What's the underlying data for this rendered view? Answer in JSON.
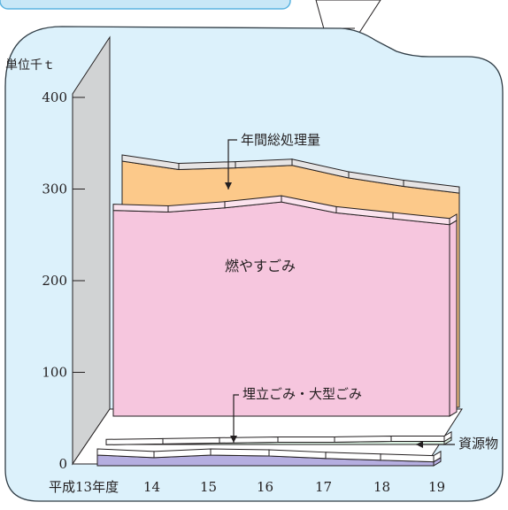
{
  "chart_data": {
    "type": "area",
    "style": "3d-stacked-layers",
    "ylabel": "単位千ｔ",
    "ylim": [
      0,
      400
    ],
    "yticks": [
      0,
      100,
      200,
      300,
      400
    ],
    "categories": [
      "平成13年度",
      "14",
      "15",
      "16",
      "17",
      "18",
      "19"
    ],
    "series": [
      {
        "name": "燃やすごみ",
        "values": [
          252,
          250,
          255,
          262,
          249,
          242,
          235
        ],
        "color": "#f6c6de"
      },
      {
        "name": "年間総処理量",
        "values": [
          300,
          290,
          292,
          295,
          280,
          270,
          262
        ],
        "color": "#fcc98a"
      },
      {
        "name": "埋立ごみ・大型ごみ",
        "values": [
          20,
          17,
          20,
          19,
          16,
          14,
          12
        ],
        "color": "#b5aee0"
      },
      {
        "name": "資源物",
        "values": [
          6,
          7,
          8,
          9,
          9,
          10,
          10
        ],
        "color": "#d9efe0"
      }
    ],
    "colors": {
      "background_panel": "#dcf1fb",
      "panel_border": "#2f3c45",
      "wall": "#d1d3d4",
      "ridge_gray": "#e6e4e4",
      "ridge_pink": "#fbe3ee",
      "top_banner": "#c8e7f7"
    }
  }
}
